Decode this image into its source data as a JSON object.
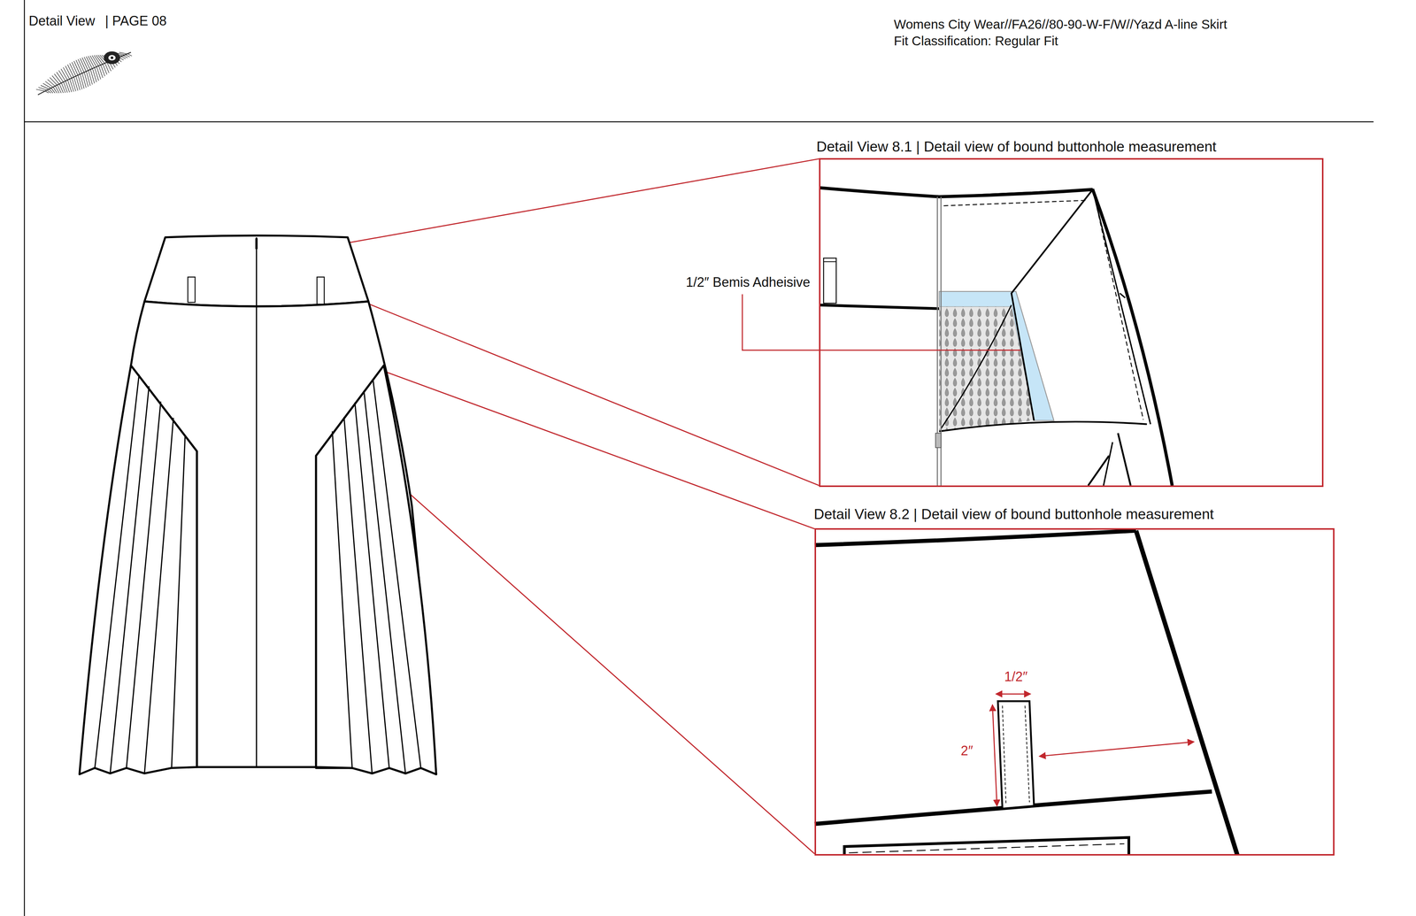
{
  "diagram": {
    "nodes": [
      {
        "text": [
          "Detail View 8.1 | Detail view of bound buttonhole measurement"
        ]
      },
      {
        "text": [
          "Detail View 8.2 | Detail view of bound buttonhole measurement"
        ]
      }
    ],
    "labels": [
      "Detail View",
      "| PAGE 08",
      "Womens City Wear//FA26//80-90-W-F/W//Yazd A-line Skirt",
      "Fit Classification: Regular Fit",
      "1/2″ Bemis Adheisive",
      "1/2″",
      "2″"
    ]
  }
}
